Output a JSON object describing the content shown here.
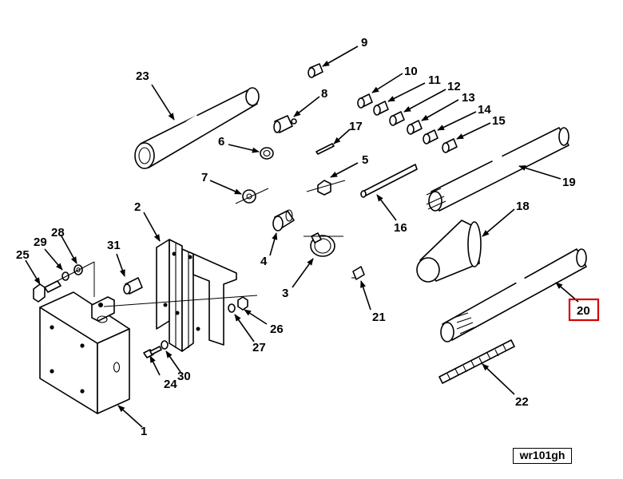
{
  "callouts": {
    "c1": "1",
    "c2": "2",
    "c3": "3",
    "c4": "4",
    "c5": "5",
    "c6": "6",
    "c7": "7",
    "c8": "8",
    "c9": "9",
    "c10": "10",
    "c11": "11",
    "c12": "12",
    "c13": "13",
    "c14": "14",
    "c15": "15",
    "c16": "16",
    "c17": "17",
    "c18": "18",
    "c19": "19",
    "c20": "20",
    "c21": "21",
    "c22": "22",
    "c23": "23",
    "c24": "24",
    "c25": "25",
    "c26": "26",
    "c27": "27",
    "c28": "28",
    "c29": "29",
    "c30": "30",
    "c31": "31"
  },
  "highlighted_callout": "20",
  "figure_ref": "wr101gh",
  "colors": {
    "line": "#000000",
    "highlight": "#d40000",
    "background": "#ffffff"
  }
}
